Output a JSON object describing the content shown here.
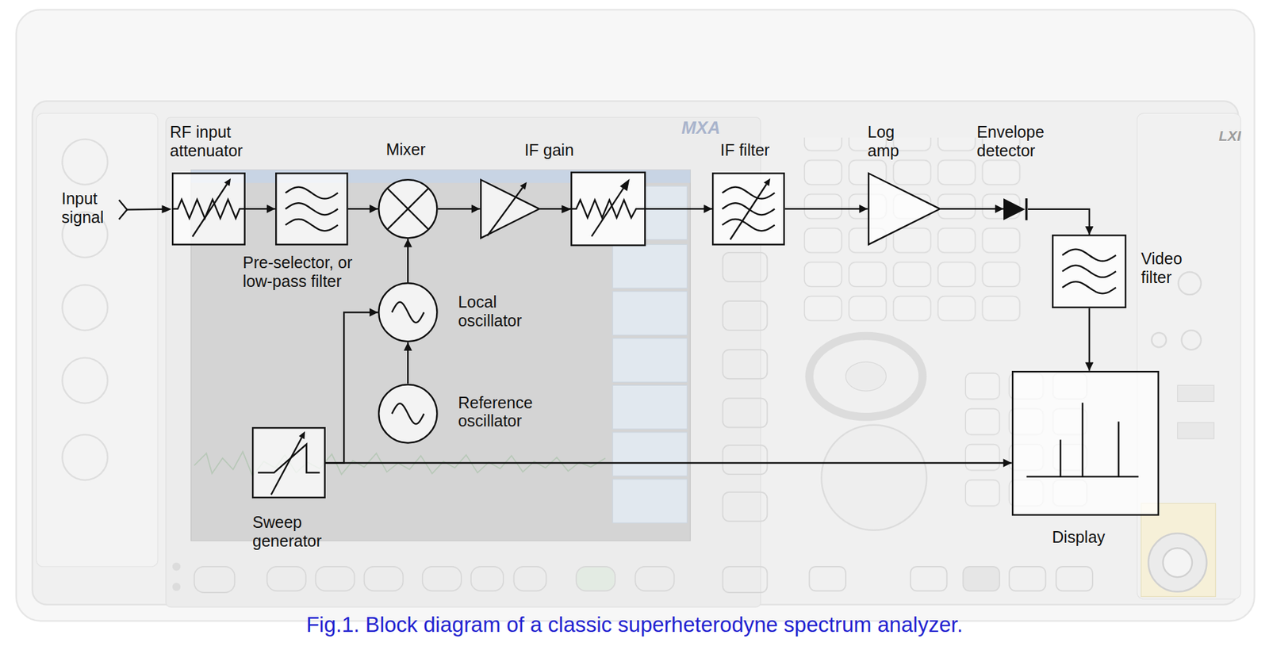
{
  "diagram": {
    "caption": "Fig.1. Block diagram of a classic superheterodyne spectrum analyzer.",
    "nodes": [
      {
        "text": [
          "RF input attenuator"
        ]
      },
      {
        "text": [
          "Pre-selector, or low-pass filter"
        ]
      },
      {
        "text": [
          "Mixer"
        ]
      },
      {
        "text": [
          "IF gain"
        ]
      },
      {
        "text": [
          "IF filter"
        ]
      },
      {
        "text": [
          "Log amp"
        ]
      },
      {
        "text": [
          "Envelope detector"
        ]
      },
      {
        "text": [
          "Video filter"
        ]
      },
      {
        "text": [
          "Display"
        ]
      },
      {
        "text": [
          "Local oscillator"
        ]
      },
      {
        "text": [
          "Reference oscillator"
        ]
      },
      {
        "text": [
          "Sweep generator"
        ]
      }
    ],
    "edges": [
      {
        "from": 0,
        "to": 1,
        "arrow": "to"
      },
      {
        "from": 1,
        "to": 2,
        "arrow": "to"
      },
      {
        "from": 2,
        "to": 3,
        "arrow": "to"
      },
      {
        "from": 3,
        "to": 4,
        "arrow": "to"
      },
      {
        "from": 4,
        "to": 5,
        "arrow": "to"
      },
      {
        "from": 5,
        "to": 6,
        "arrow": "to"
      },
      {
        "from": 6,
        "to": 7,
        "arrow": "to"
      },
      {
        "from": 7,
        "to": 8,
        "arrow": "to"
      },
      {
        "from": 9,
        "to": 2,
        "arrow": "to"
      },
      {
        "from": 10,
        "to": 9,
        "arrow": "to"
      },
      {
        "from": 11,
        "to": 9,
        "arrow": "to"
      },
      {
        "from": 11,
        "to": 8,
        "arrow": "to"
      }
    ],
    "labels": [
      "Input signal",
      "MXA",
      "LXI"
    ]
  }
}
